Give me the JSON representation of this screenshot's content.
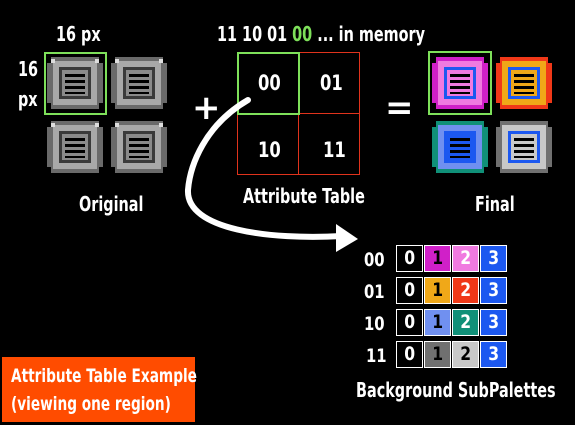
{
  "labels": {
    "tile_width": "16 px",
    "tile_height_num": "16",
    "tile_height_unit": "px",
    "memory_bits_white": "11 10 01 ",
    "memory_bits_green": "00",
    "memory_suffix": " ... in memory",
    "plus": "+",
    "equals": "=",
    "original": "Original",
    "attribute_table": "Attribute Table",
    "final": "Final",
    "subpalettes": "Background SubPalettes",
    "badge_line1": "Attribute Table Example",
    "badge_line2": "(viewing one region)"
  },
  "attribute_cells": [
    "00",
    "01",
    "10",
    "11"
  ],
  "subpalettes": [
    {
      "label": "00",
      "colors": [
        "#000000",
        "#d020c8",
        "#f07ae0",
        "#1c58f0"
      ],
      "texts": [
        "0",
        "1",
        "2",
        "3"
      ],
      "text_colors": [
        "#ffffff",
        "#000000",
        "#ffffff",
        "#ffffff"
      ]
    },
    {
      "label": "01",
      "colors": [
        "#000000",
        "#f0a818",
        "#f03818",
        "#1c58f0"
      ],
      "texts": [
        "0",
        "1",
        "2",
        "3"
      ],
      "text_colors": [
        "#ffffff",
        "#000000",
        "#ffffff",
        "#ffffff"
      ]
    },
    {
      "label": "10",
      "colors": [
        "#000000",
        "#7090f0",
        "#109078",
        "#1c58f0"
      ],
      "texts": [
        "0",
        "1",
        "2",
        "3"
      ],
      "text_colors": [
        "#ffffff",
        "#000000",
        "#ffffff",
        "#ffffff"
      ]
    },
    {
      "label": "11",
      "colors": [
        "#000000",
        "#707070",
        "#c8c8c8",
        "#1c58f0"
      ],
      "texts": [
        "0",
        "1",
        "2",
        "3"
      ],
      "text_colors": [
        "#ffffff",
        "#000000",
        "#000000",
        "#ffffff"
      ]
    }
  ],
  "colors": {
    "highlight_green": "#7ee05a",
    "grid_red": "#e0331c",
    "badge_orange": "#ff4c00",
    "background": "#000000"
  }
}
